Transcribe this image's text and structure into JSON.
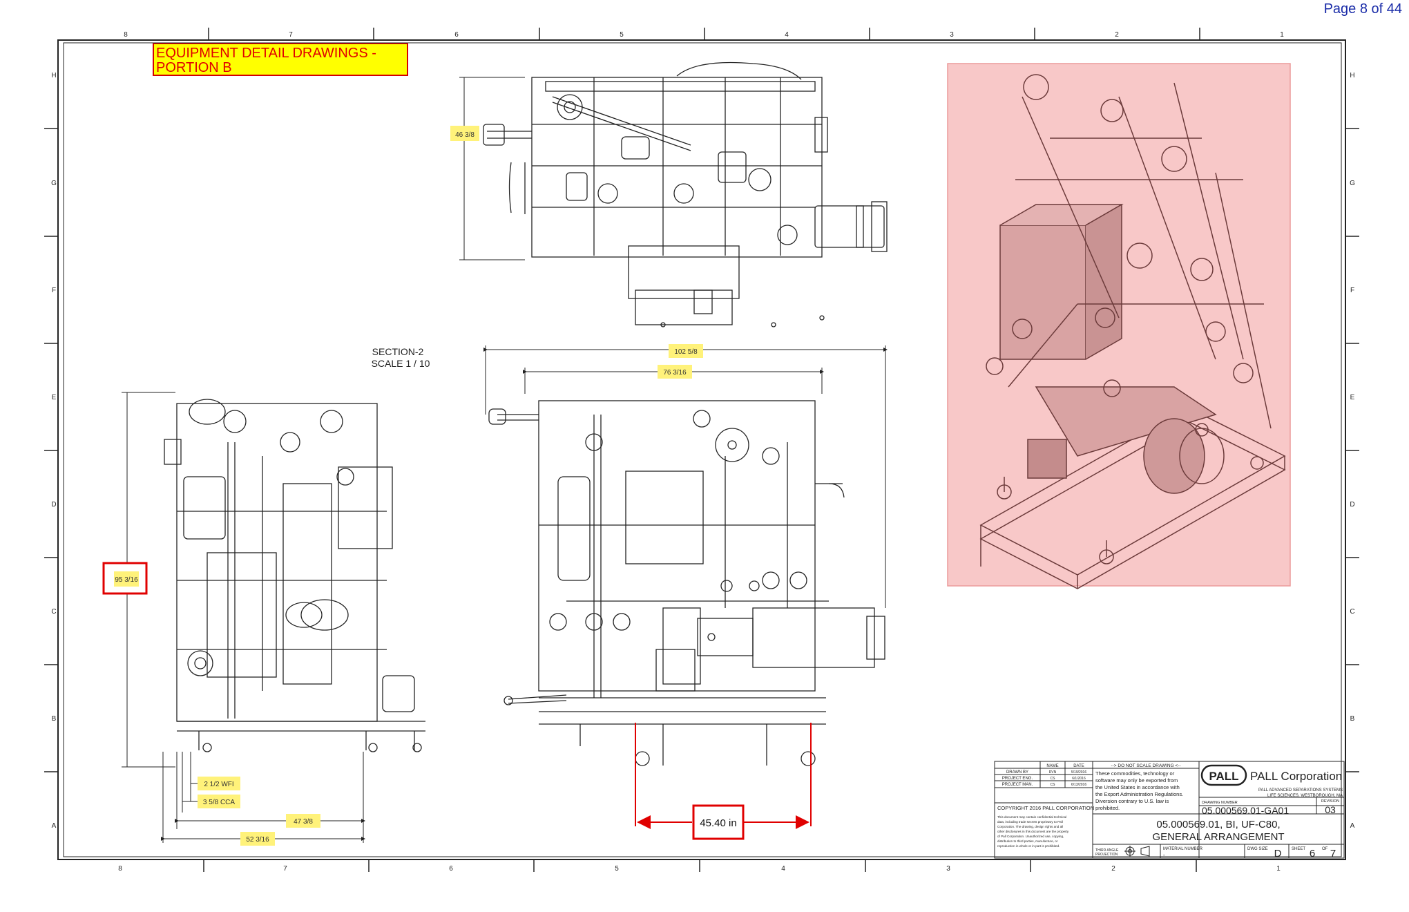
{
  "page_number": "Page 8 of 44",
  "banner": {
    "line1": "EQUIPMENT DETAIL DRAWINGS -",
    "line2": "PORTION B"
  },
  "frame": {
    "top_columns": [
      "8",
      "7",
      "6",
      "5",
      "4",
      "3",
      "2",
      "1"
    ],
    "bottom_columns": [
      "8",
      "7",
      "6",
      "5",
      "4",
      "3",
      "2",
      "1"
    ],
    "rows": [
      "H",
      "G",
      "F",
      "E",
      "D",
      "C",
      "B",
      "A"
    ]
  },
  "section": {
    "title": "SECTION-2",
    "scale": "SCALE 1 / 10"
  },
  "dimensions": {
    "top_view_height": "46 3/8",
    "overall_width": "102 5/8",
    "frame_width": "76 3/16",
    "side_height": "95 3/16",
    "inlet_wfi": "2 1/2 WFI",
    "inlet_cca": "3 5/8 CCA",
    "side_depth": "47 3/8",
    "side_overall": "52 3/16",
    "caster_span": "45.40 in"
  },
  "title_block": {
    "hdr_name": "NAME",
    "hdr_date": "DATE",
    "drawn_by": "DRAWN BY",
    "drawn_name": "RVN",
    "drawn_date": "5/19/2016",
    "proj_eng": "PROJECT ENG.",
    "proj_eng_name": "CS",
    "proj_eng_date": "6/1/2016",
    "proj_man": "PROJECT MAN.",
    "proj_man_name": "CS",
    "proj_man_date": "6/13/2016",
    "copyright": "COPYRIGHT 2016 PALL CORPORATION",
    "confidential_1": "This document may contain confidential technical",
    "confidential_2": "data, including trade secrets proprietary to Pall",
    "confidential_3": "Corporation. The drawing, design rights and all",
    "confidential_4": "other disclosures in this document are the property",
    "confidential_5": "of Pall Corporation. Unauthorized use, copying,",
    "confidential_6": "distribution to third parties, manufacture, or",
    "confidential_7": "reproduction in whole or in part is prohibited.",
    "scale_note": "--> DO NOT SCALE DRAWING <--",
    "export_1": "These commodities, technology or",
    "export_2": "software may only be exported from",
    "export_3": "the United States in accordance with",
    "export_4": "the Export Administration Regulations.",
    "export_5": "Diversion contrary to U.S. law is",
    "export_6": "prohibited.",
    "logo": "PALL",
    "company": "PALL Corporation",
    "division_1": "PALL ADVANCED SEPARATIONS SYSTEMS",
    "division_2": "LIFE SCIENCES, WESTBOROUGH, MA",
    "drawing_number_label": "DRAWING NUMBER",
    "drawing_number": "05.000569.01-GA01",
    "revision_label": "REVISION",
    "revision": "03",
    "desc_1": "05.000569.01, BI, UF-C80,",
    "desc_2": "GENERAL ARRANGEMENT",
    "projection_1": "THIRD ANGLE",
    "projection_2": "PROJECTION",
    "material_label": "MATERIAL NUMBER",
    "material_value": "-",
    "dwg_size_label": "DWG SIZE",
    "dwg_size": "D",
    "sheet_label": "SHEET",
    "sheet": "6",
    "of_label": "OF",
    "of": "7"
  },
  "colors": {
    "highlight": "#fff27a",
    "callout_red": "#e00000",
    "iso_tint": "#f8c8c8"
  }
}
